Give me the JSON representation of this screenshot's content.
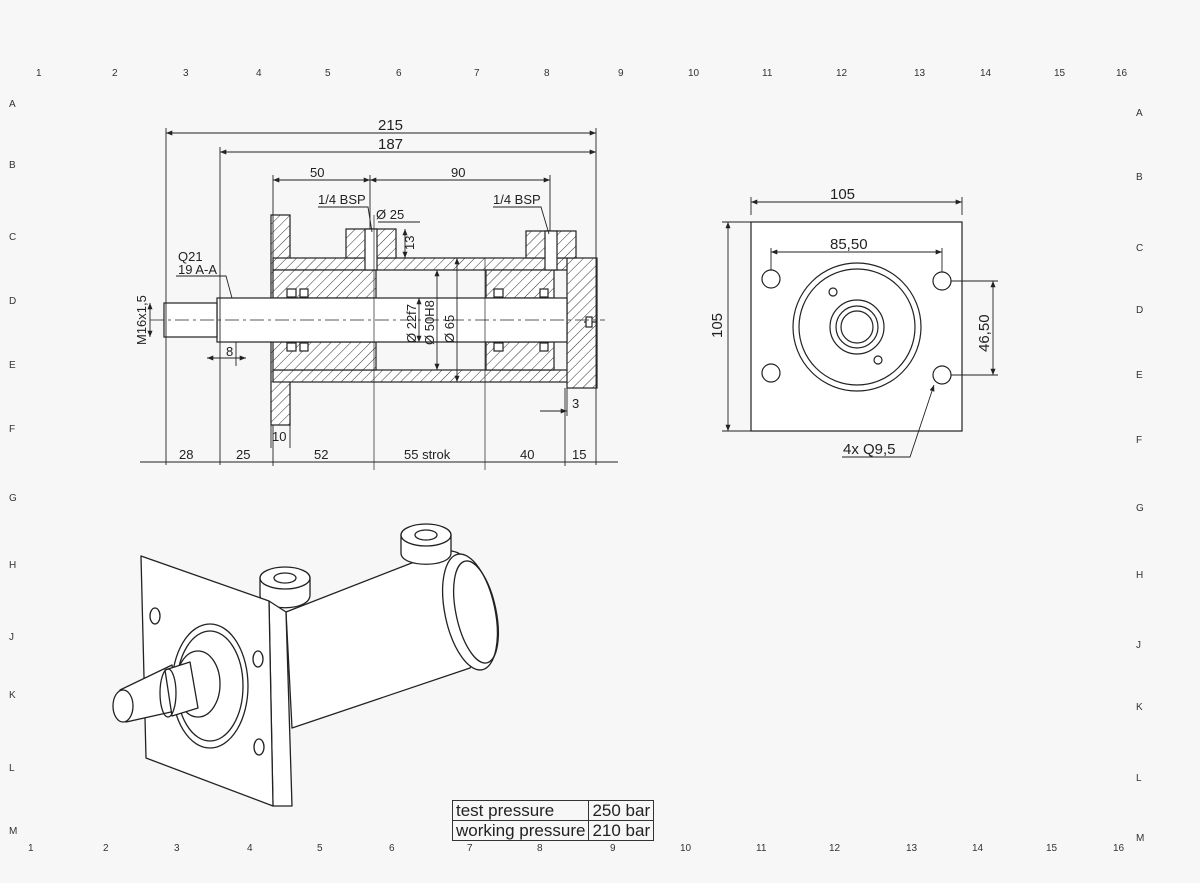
{
  "grid": {
    "top_numbers": [
      "1",
      "2",
      "3",
      "4",
      "5",
      "6",
      "7",
      "8",
      "9",
      "10",
      "11",
      "12",
      "13",
      "14",
      "15",
      "16"
    ],
    "bottom_numbers": [
      "1",
      "2",
      "3",
      "4",
      "5",
      "6",
      "7",
      "8",
      "9",
      "10",
      "11",
      "12",
      "13",
      "14",
      "15",
      "16"
    ],
    "left_letters": [
      "A",
      "B",
      "C",
      "D",
      "E",
      "F",
      "G",
      "H",
      "J",
      "K",
      "L",
      "M"
    ],
    "right_letters": [
      "A",
      "B",
      "C",
      "D",
      "E",
      "F",
      "G",
      "H",
      "J",
      "K",
      "L",
      "M"
    ]
  },
  "section_view": {
    "overall_length": "215",
    "body_length": "187",
    "port_spacing_left": "50",
    "port_spacing_right": "90",
    "port_label_left": "1/4 BSP",
    "port_label_right": "1/4 BSP",
    "port_boss_dia": "Ø 25",
    "port_boss_height": "13",
    "thread_spec": "M16x1,5",
    "wrench_flat": "Q21",
    "section_label": "19 A-A",
    "rod_dia": "Ø 22f7",
    "bore_dia": "Ø 50H8",
    "tube_dia": "Ø 65",
    "rod_shoulder": "8",
    "flange_thickness": "10",
    "end_chamfer": "3",
    "bottom_dims": [
      "28",
      "25",
      "52",
      "55 strok",
      "40",
      "15"
    ]
  },
  "end_view": {
    "width": "105",
    "height": "105",
    "bolt_spacing_h": "85,50",
    "bolt_spacing_v": "46,50",
    "holes_label": "4x Q9,5"
  },
  "spec_table": {
    "rows": [
      {
        "label": "test pressure",
        "value": "250 bar"
      },
      {
        "label": "working pressure",
        "value": "210 bar"
      }
    ]
  }
}
